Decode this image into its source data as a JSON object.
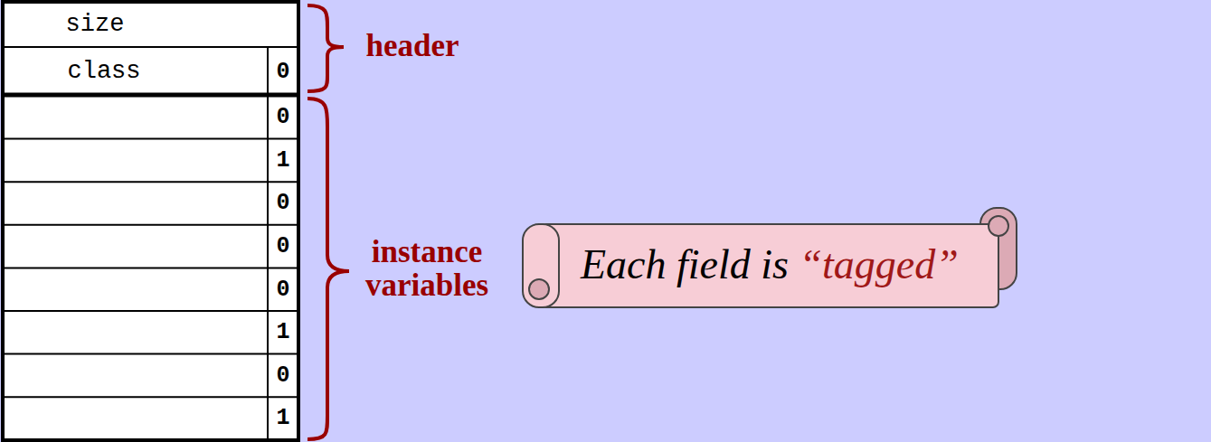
{
  "diagram": {
    "nodes": [
      {
        "text": [
          "Each field is",
          "“tagged”"
        ]
      }
    ],
    "labels": [
      "size",
      "class",
      "0",
      "0",
      "1",
      "0",
      "0",
      "0",
      "1",
      "0",
      "1",
      "header",
      "instance variables"
    ]
  }
}
